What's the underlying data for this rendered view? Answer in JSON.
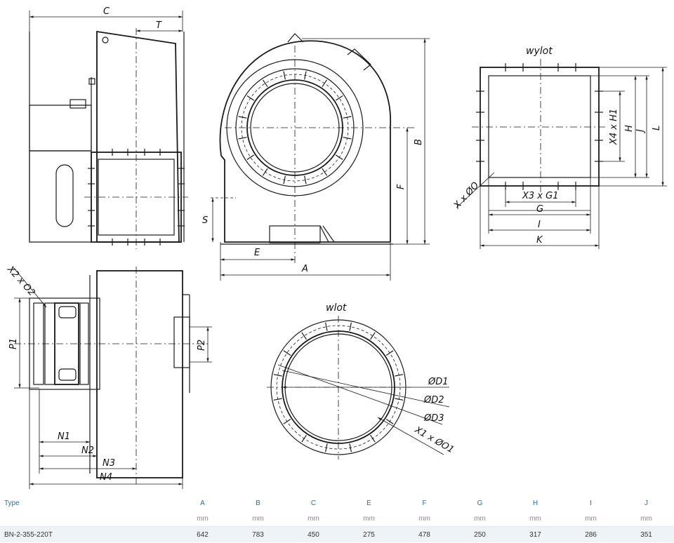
{
  "drawing": {
    "labels": {
      "C": "C",
      "T": "T",
      "B": "B",
      "F": "F",
      "S": "S",
      "E": "E",
      "A": "A",
      "wylot": "wylot",
      "XO": "X x ØO",
      "X4H1": "X4 x H1",
      "H": "H",
      "J": "J",
      "L": "L",
      "X3G1": "X3 x G1",
      "G": "G",
      "I": "I",
      "K": "K",
      "X2O2": "X2 x O2",
      "P1": "P1",
      "P2": "P2",
      "N1": "N1",
      "N2": "N2",
      "N3": "N3",
      "N4": "N4",
      "wlot": "wlot",
      "D1": "ØD1",
      "D2": "ØD2",
      "D3": "ØD3",
      "X1O1": "X1 x ØO1"
    }
  },
  "table": {
    "headers": [
      "Type",
      "A",
      "B",
      "C",
      "E",
      "F",
      "G",
      "H",
      "I",
      "J"
    ],
    "units": [
      "",
      "mm",
      "mm",
      "mm",
      "mm",
      "mm",
      "mm",
      "mm",
      "mm",
      "mm"
    ],
    "rows": [
      [
        "BN-2-355-220T",
        "642",
        "783",
        "450",
        "275",
        "478",
        "250",
        "317",
        "286",
        "351"
      ]
    ]
  },
  "colors": {
    "header": "#1f6fb5",
    "row_bg": "#eef3f8",
    "units": "#888888"
  }
}
